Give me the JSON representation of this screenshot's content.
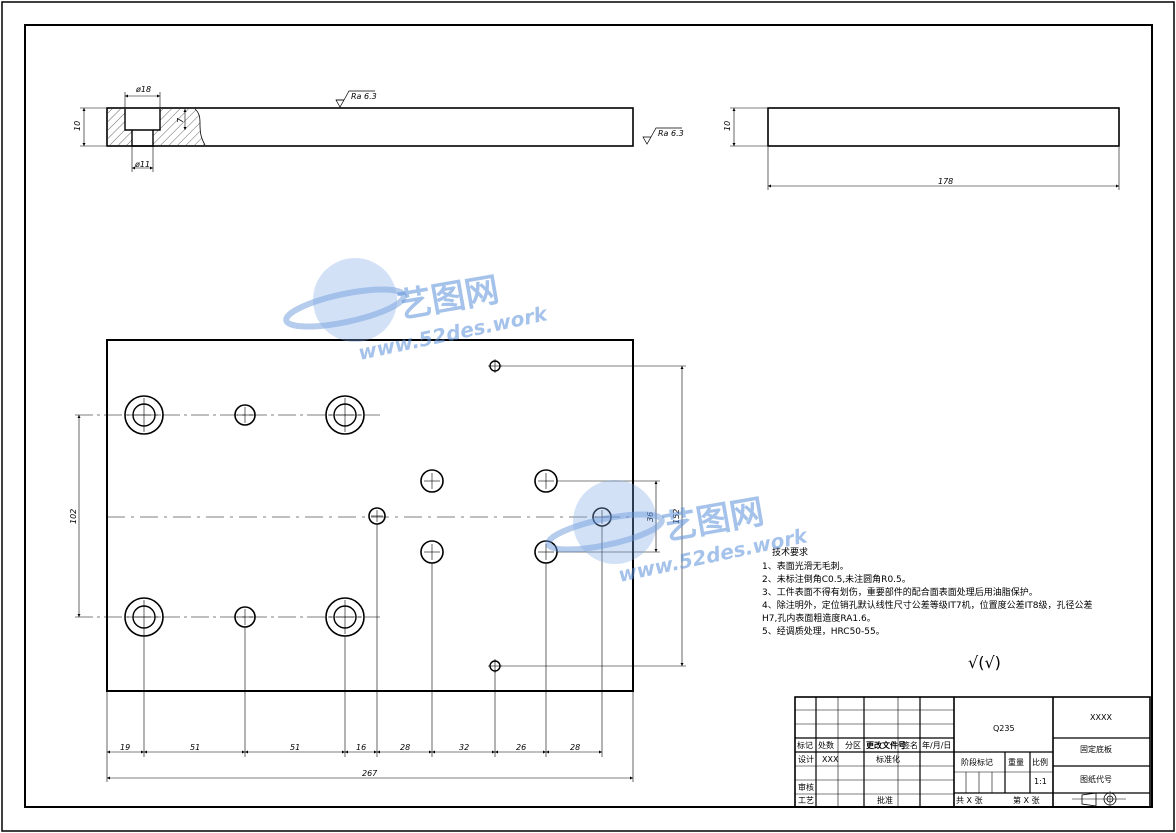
{
  "roughness": {
    "top": "Ra 6.3",
    "side": "Ra 6.3"
  },
  "side_view": {
    "counterbore_dia": "ø18",
    "hole_dia": "ø11",
    "thickness": "10",
    "cbore_depth": "7"
  },
  "end_view": {
    "thickness": "10",
    "length": "178"
  },
  "plan_view": {
    "dims": {
      "d19": "19",
      "d51a": "51",
      "d51b": "51",
      "d16": "16",
      "d28a": "28",
      "d32": "32",
      "d26": "26",
      "d28b": "28",
      "total": "267",
      "left_v": "102",
      "right_v": "152",
      "inner_v": "36"
    }
  },
  "notes": {
    "title": "技术要求",
    "items": [
      "1、表面光滑无毛刺。",
      "2、未标注倒角C0.5,未注圆角R0.5。",
      "3、工件表面不得有划伤，重要部件的配合面表面处理后用油脂保护。",
      "4、除注明外，定位销孔默认线性尺寸公差等级IT7机，位置度公差IT8级，孔径公差",
      "H7,孔内表面粗造度RA1.6。",
      "5、经调质处理，HRC50-55。"
    ]
  },
  "general_roughness": "√(√)",
  "title_block": {
    "material": "Q235",
    "company": "XXXX",
    "part_name": "固定底板",
    "drawing_no_label": "图纸代号",
    "headers": [
      "标记",
      "处数",
      "分区",
      "更改文件号",
      "签名",
      "年/月/日"
    ],
    "design_label": "设计",
    "design_value": "XXX",
    "standard_label": "标准化",
    "review_label": "审核",
    "process_label": "工艺",
    "approve_label": "批准",
    "stage_label": "阶段标记",
    "weight_label": "重量",
    "scale_label": "比例",
    "scale_value": "1:1",
    "total_sheets": "共 X 张",
    "sheet_no": "第 X 张"
  },
  "watermark": {
    "cn": "艺图网",
    "en": "www.52des.work"
  }
}
